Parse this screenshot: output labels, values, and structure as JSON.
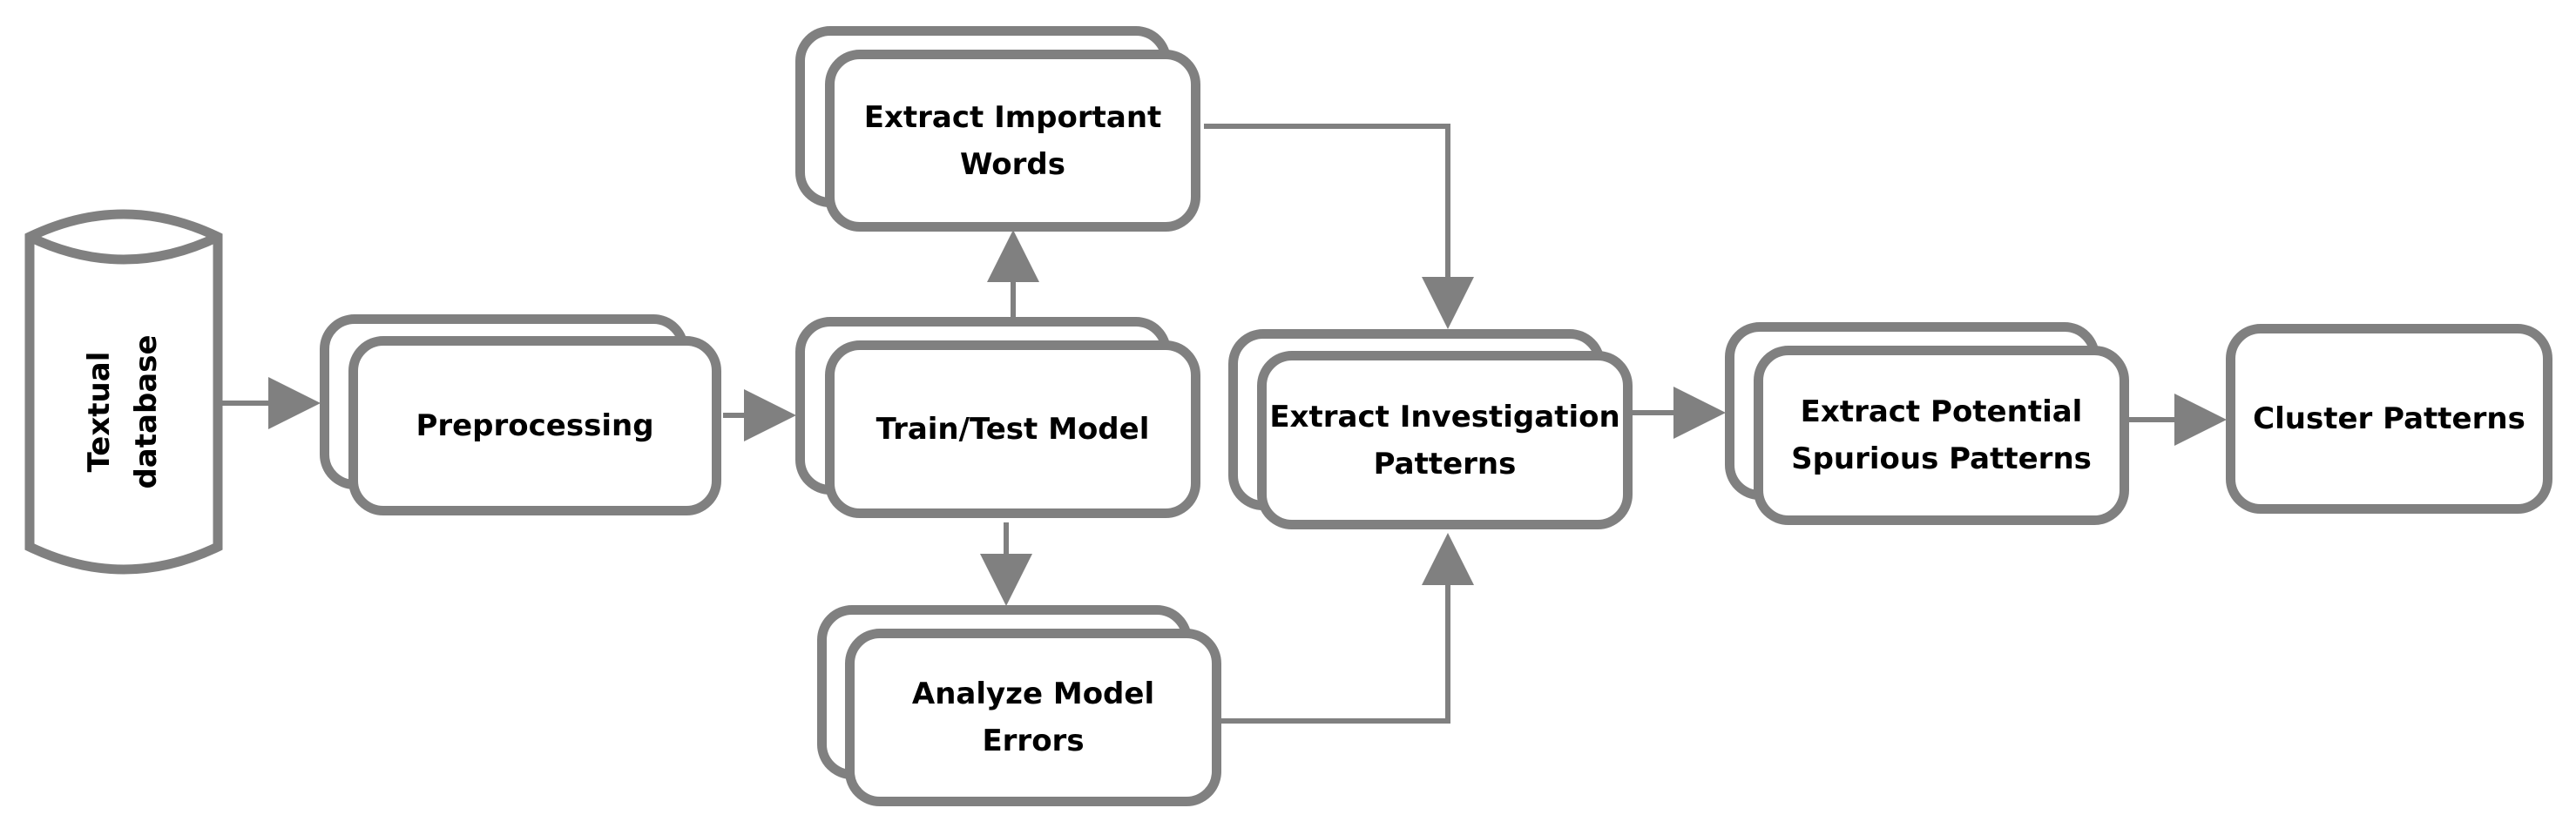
{
  "nodes": {
    "database": {
      "label": "Textual\ndatabase"
    },
    "preprocessing": {
      "label": "Preprocessing"
    },
    "train_test": {
      "label": "Train/Test Model"
    },
    "extract_words": {
      "label": "Extract Important Words"
    },
    "analyze_errors": {
      "label": "Analyze Model Errors"
    },
    "investigation": {
      "label": "Extract Investigation Patterns"
    },
    "spurious": {
      "label": "Extract Potential Spurious Patterns"
    },
    "cluster": {
      "label": "Cluster Patterns"
    }
  },
  "edges": [
    {
      "from": "database",
      "to": "preprocessing"
    },
    {
      "from": "preprocessing",
      "to": "train_test"
    },
    {
      "from": "train_test",
      "to": "extract_words"
    },
    {
      "from": "train_test",
      "to": "analyze_errors"
    },
    {
      "from": "extract_words",
      "to": "investigation"
    },
    {
      "from": "analyze_errors",
      "to": "investigation"
    },
    {
      "from": "investigation",
      "to": "spurious"
    },
    {
      "from": "spurious",
      "to": "cluster"
    }
  ],
  "colors": {
    "stroke": "#808080",
    "fill": "#ffffff",
    "text": "#000000"
  }
}
